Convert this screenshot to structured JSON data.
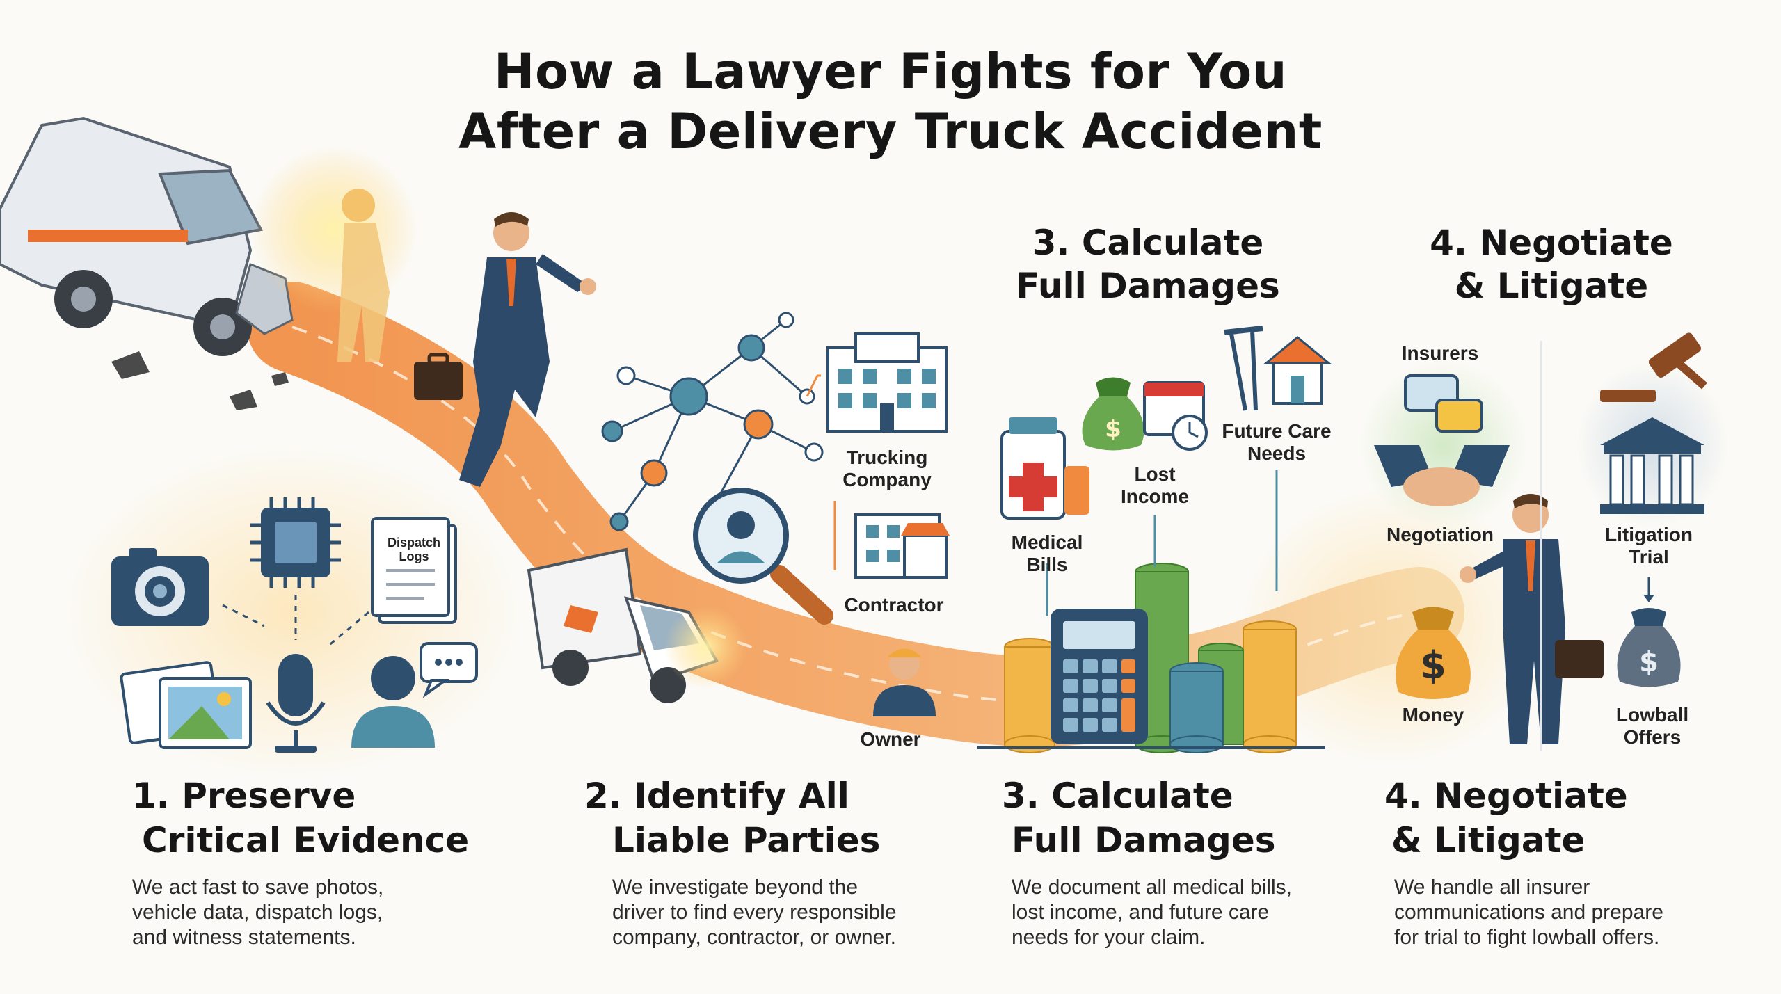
{
  "title": {
    "line1": "How a Lawyer Fights for You",
    "line2": "After a Delivery Truck Accident"
  },
  "steps": [
    {
      "heading_line1": "1. Preserve",
      "heading_line2": "Critical Evidence",
      "body_line1": "We act fast to save photos,",
      "body_line2": "vehicle data, dispatch logs,",
      "body_line3": "and witness statements."
    },
    {
      "heading_line1": "2. Identify All",
      "heading_line2": "Liable Parties",
      "body_line1": "We investigate beyond the",
      "body_line2": "driver to find every responsible",
      "body_line3": "company, contractor, or owner."
    },
    {
      "heading_line1": "3. Calculate",
      "heading_line2": "Full Damages",
      "body_line1": "We document all medical bills,",
      "body_line2": "lost income, and future care",
      "body_line3": "needs for your claim."
    },
    {
      "heading_line1": "4. Negotiate",
      "heading_line2": "& Litigate",
      "body_line1": "We handle all insurer",
      "body_line2": "communications and prepare",
      "body_line3": "for trial to fight lowball offers."
    }
  ],
  "top_headings": {
    "damages_line1": "3. Calculate",
    "damages_line2": "Full Damages",
    "negotiate_line1": "4. Negotiate",
    "negotiate_line2": "& Litigate"
  },
  "evidence": {
    "dispatch_logs": "Dispatch\nLogs"
  },
  "parties": {
    "trucking_company": "Trucking\nCompany",
    "contractor": "Contractor",
    "owner": "Owner"
  },
  "damages": {
    "medical_bills": "Medical\nBills",
    "lost_income": "Lost\nIncome",
    "future_care": "Future Care\nNeeds"
  },
  "negotiation": {
    "insurers": "Insurers",
    "negotiation": "Negotiation",
    "money": "Money",
    "litigation_trial": "Litigation\nTrial",
    "lowball_offers": "Lowball\nOffers"
  },
  "colors": {
    "path_orange": "#f2a05a",
    "navy": "#2d4a6b",
    "teal": "#4f8fa6",
    "green": "#6aa84f",
    "gold": "#f0a83c"
  }
}
